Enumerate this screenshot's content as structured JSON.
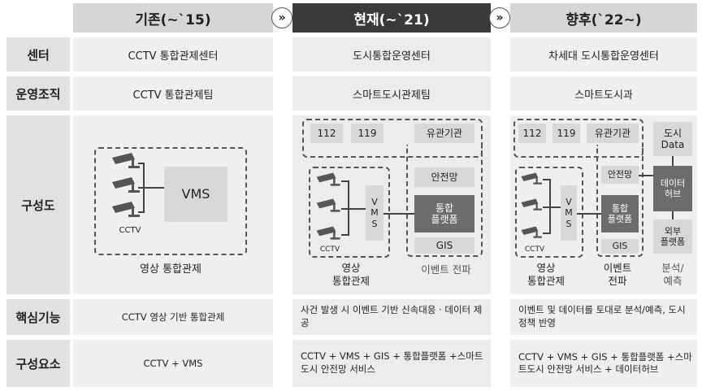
{
  "headers": {
    "past": "기존(~`15)",
    "current": "현재(~`21)",
    "future": "향후(`22~)"
  },
  "chevrons": [
    "»",
    "»"
  ],
  "rows": {
    "center": {
      "label": "센터",
      "past": "CCTV 통합관제센터",
      "current": "도시통합운영센터",
      "future": "차세대 도시통합운영센터"
    },
    "org": {
      "label": "운영조직",
      "past": "CCTV 통합관제팀",
      "current": "스마트도시관제팀",
      "future": "스마트도시과"
    },
    "config": {
      "label": "구성도"
    },
    "core": {
      "label": "핵심기능",
      "past": "CCTV 영상 기반 통합관제",
      "current": "사건 발생 시 이벤트 기반 신속대응 · 데이터 제공",
      "future": "이벤트 및 데이터를 토대로 분석/예측, 도시정책 반영"
    },
    "components": {
      "label": "구성요소",
      "past": "CCTV + VMS",
      "current": "CCTV + VMS + GIS + 통합플랫폼 +스마트도시 안전망 서비스",
      "future": "CCTV + VMS + GIS + 통합플랫폼 +스마트도시 안전망 서비스 + 데이터허브"
    }
  },
  "diagram": {
    "past": {
      "vms": "VMS",
      "cctv": "CCTV",
      "caption": "영상 통합관제"
    },
    "current": {
      "n112": "112",
      "n119": "119",
      "agency": "유관기관",
      "safety_net": "안전망",
      "platform": "통합\n플랫폼",
      "gis": "GIS",
      "vms_v": "V\nM\nS",
      "cctv": "CCTV",
      "caption_left": "영상\n통합관제",
      "caption_right": "이벤트 전파"
    },
    "future": {
      "n112": "112",
      "n119": "119",
      "agency": "유관기관",
      "city_data": "도시\nData",
      "safety_net": "안전망",
      "platform": "통합\n플랫폼",
      "data_hub": "데이터\n허브",
      "external": "외부\n플랫폼",
      "gis": "GIS",
      "vms_v": "V\nM\nS",
      "cctv": "CCTV",
      "caption_left": "영상\n통합관제",
      "caption_mid": "이벤트\n전파",
      "caption_right": "분석/\n예측"
    }
  },
  "colors": {
    "header_light": "#d6d6d6",
    "header_dark": "#3a3a3a",
    "label_bg": "#e1e1e1",
    "cell_bg": "#efefef",
    "platform_box": "#6c6c6c"
  }
}
